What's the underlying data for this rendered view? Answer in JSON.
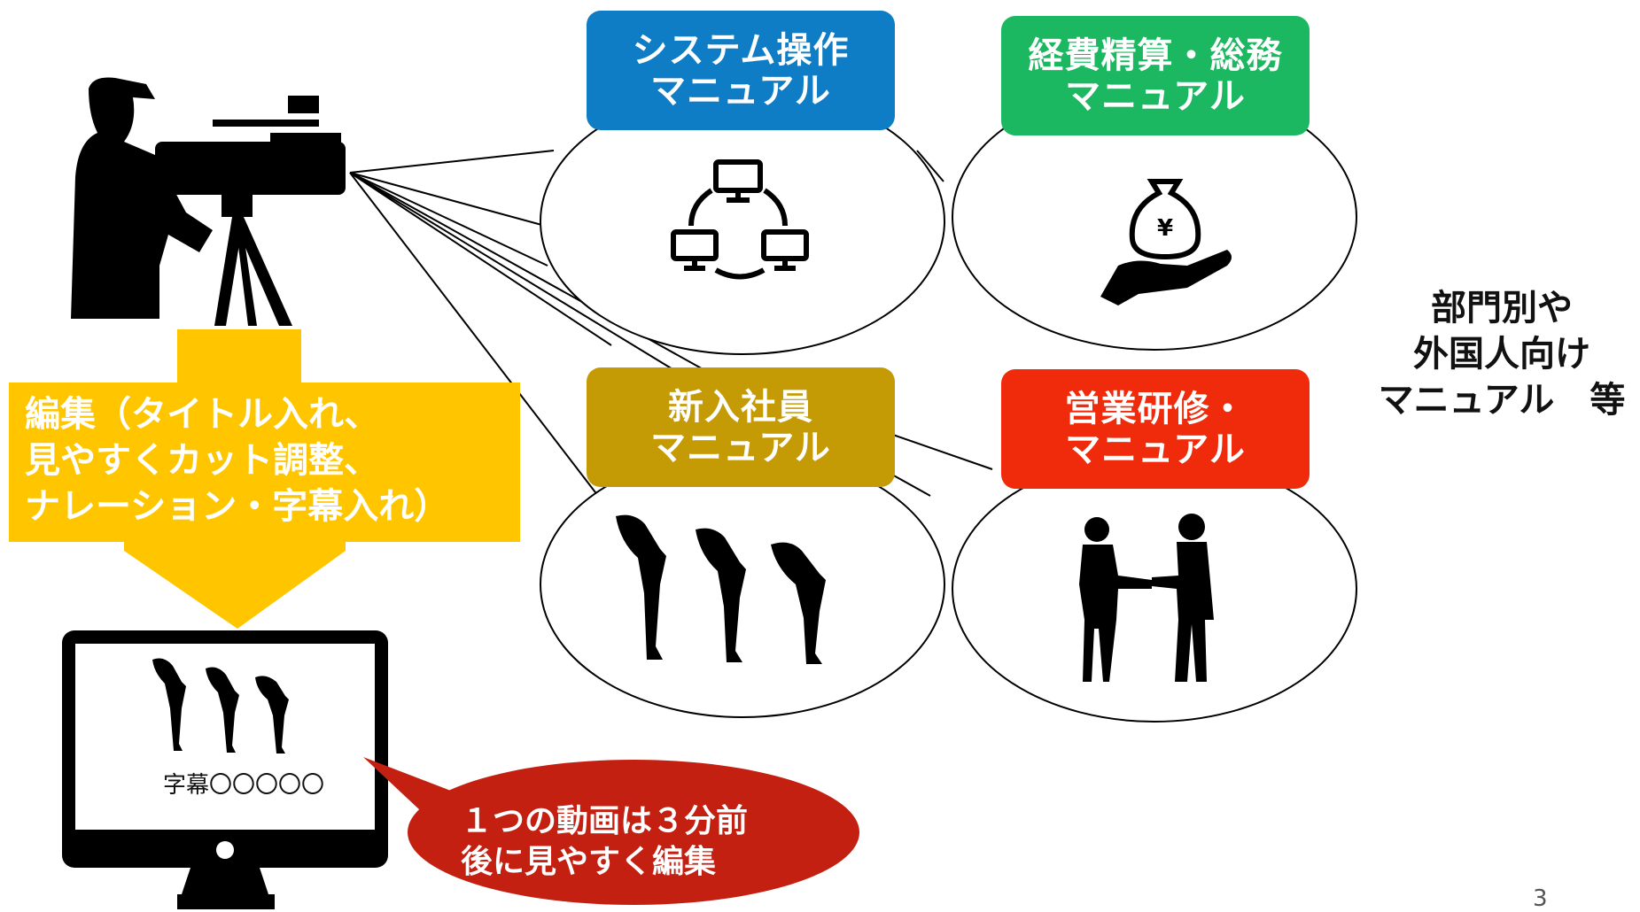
{
  "boxes": {
    "system": {
      "line1": "システム操作",
      "line2": "マニュアル",
      "color": "#0E7DC6"
    },
    "expense": {
      "line1": "経費精算・総務",
      "line2": "マニュアル",
      "color": "#1BB861"
    },
    "newhire": {
      "line1": "新入社員",
      "line2": "マニュアル",
      "color": "#C49A05"
    },
    "sales": {
      "line1": "営業研修・",
      "line2": "マニュアル",
      "color": "#F02B0B"
    }
  },
  "side_note": "部門別や\n外国人向け\nマニュアル　等",
  "edit_arrow": {
    "text": "編集（タイトル入れ、\n見やすくカット調整、\nナレーション・字幕入れ）",
    "color": "#FFC600"
  },
  "monitor": {
    "subtitle": "字幕〇〇〇〇〇"
  },
  "callout": {
    "text": "１つの動画は３分前\n後に見やすく編集",
    "color": "#C42012"
  },
  "page_number": "3",
  "icons": {
    "camera": "cameraman-silhouette-icon",
    "network": "computer-network-icon",
    "money": "yen-money-bag-hand-icon",
    "bow": "bowing-people-icon",
    "handshake": "handshake-people-icon",
    "monitor": "computer-monitor-icon"
  }
}
